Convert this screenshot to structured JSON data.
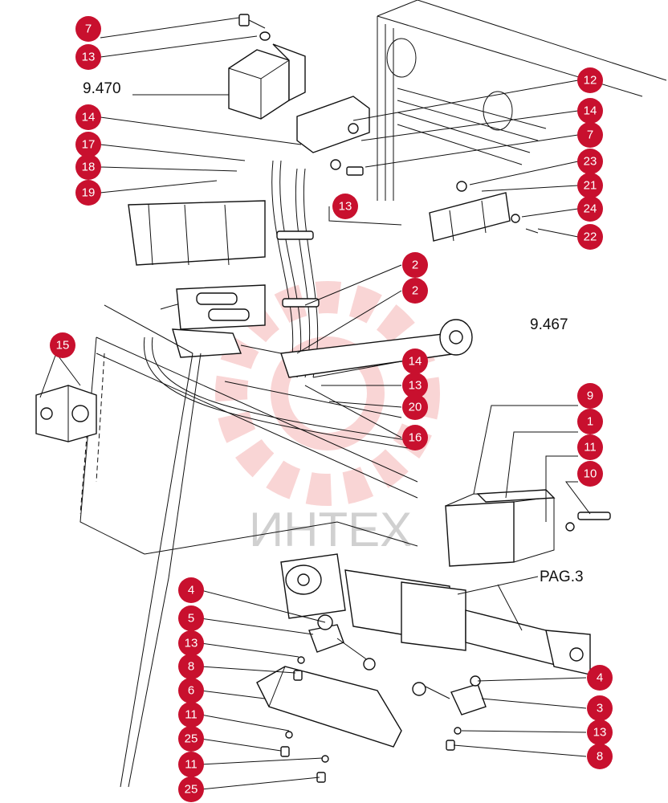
{
  "diagram": {
    "reference_labels": {
      "ref_top": "9.470",
      "ref_mid": "9.467",
      "pag": "PAG.3"
    },
    "watermark": {
      "text": "ИНТЕХ",
      "color": "#d64545"
    },
    "callout_color": "#c8102e",
    "callouts": [
      "7",
      "13",
      "14",
      "17",
      "18",
      "19",
      "13",
      "12",
      "14",
      "7",
      "23",
      "21",
      "24",
      "22",
      "2",
      "2",
      "15",
      "14",
      "13",
      "20",
      "16",
      "9",
      "1",
      "11",
      "10",
      "4",
      "5",
      "13",
      "8",
      "6",
      "11",
      "25",
      "11",
      "25",
      "4",
      "3",
      "13",
      "8"
    ]
  }
}
